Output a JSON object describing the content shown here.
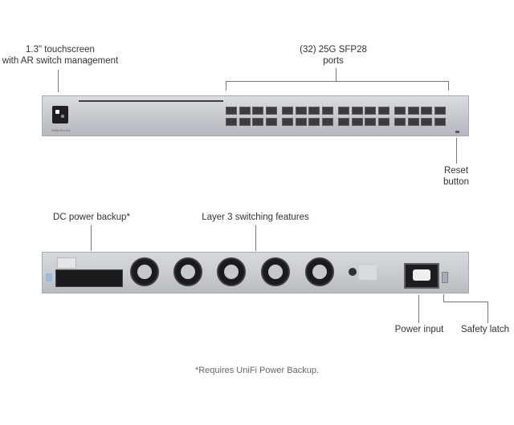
{
  "front": {
    "touchscreen_label": [
      "1.3\" touchscreen",
      "with AR switch management"
    ],
    "ports_label": [
      "(32) 25G SFP28",
      "ports"
    ],
    "reset_label": [
      "Reset",
      "button"
    ],
    "model_text": "USW Pro XG",
    "port_count": 32
  },
  "rear": {
    "dc_label": "DC power backup*",
    "l3_label": "Layer 3 switching features",
    "power_label": "Power input",
    "latch_label": "Safety latch",
    "fan_count": 5
  },
  "footnote": "*Requires UniFi Power Backup.",
  "colors": {
    "chassis": "#c9cdd2",
    "port": "#3a3c40",
    "text": "#333333",
    "callout_line": "#777777"
  }
}
